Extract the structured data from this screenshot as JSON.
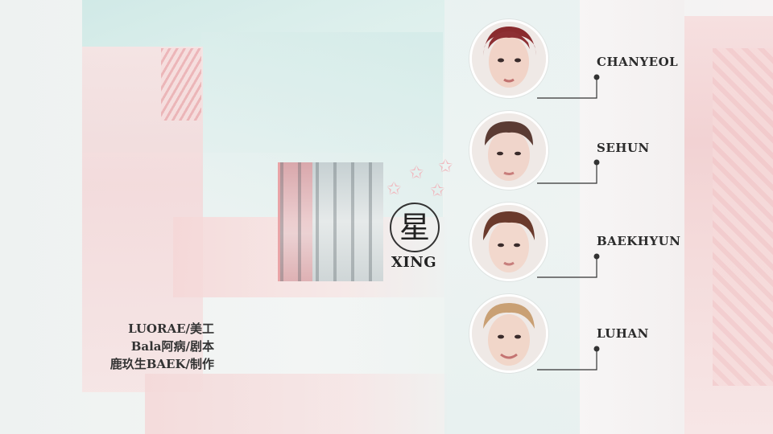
{
  "emblem": {
    "character": "星",
    "label": "XING"
  },
  "credits": [
    "LUORAE/美工",
    "Bala阿病/剧本",
    "鹿玖生BAEK/制作"
  ],
  "members": [
    {
      "name": "CHANYEOL"
    },
    {
      "name": "SEHUN"
    },
    {
      "name": "BAEKHYUN"
    },
    {
      "name": "LUHAN"
    }
  ],
  "colors": {
    "accent_pink": "#f0b9bf",
    "accent_teal": "#cfe9e6",
    "text_dark": "#2b2b2b"
  }
}
